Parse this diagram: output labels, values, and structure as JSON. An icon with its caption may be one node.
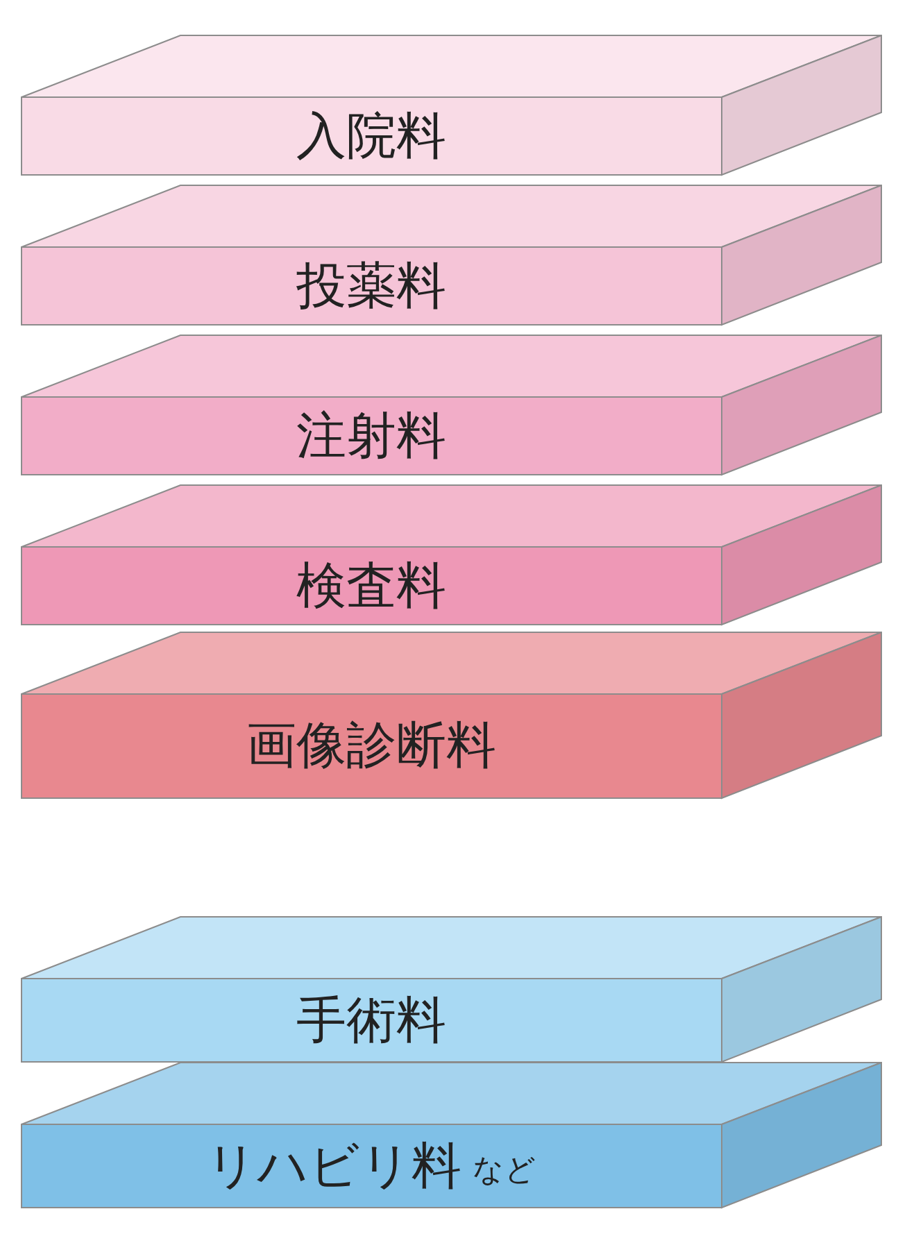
{
  "diagram": {
    "nodes": [
      {
        "text": [
          "入院料"
        ]
      },
      {
        "text": [
          "投薬料"
        ]
      },
      {
        "text": [
          "注射料"
        ]
      },
      {
        "text": [
          "検査料"
        ]
      },
      {
        "text": [
          "画像診断料"
        ]
      },
      {
        "text": [
          "手術料"
        ]
      },
      {
        "text": [
          "リハビリ料",
          "など"
        ]
      }
    ]
  }
}
